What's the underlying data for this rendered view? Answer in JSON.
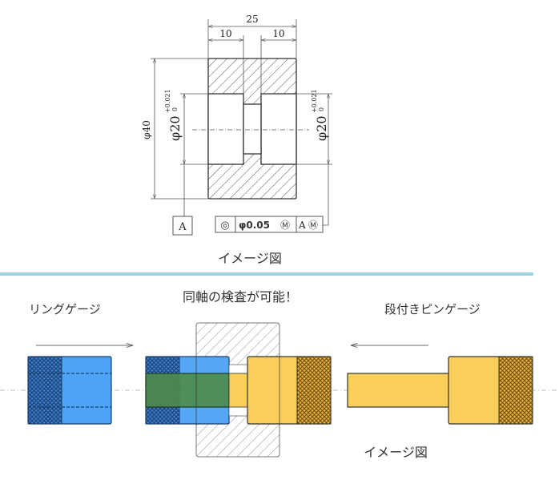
{
  "drawing": {
    "dim_overall_length": "25",
    "dim_left_bore_depth": "10",
    "dim_right_bore_depth": "10",
    "dim_outer_diameter": "φ40",
    "dim_left_bore": "φ20",
    "dim_left_bore_tol_upper": "+0.021",
    "dim_left_bore_tol_lower": "0",
    "dim_right_bore": "φ20",
    "dim_right_bore_tol_upper": "+0.021",
    "dim_right_bore_tol_lower": "0",
    "datum_label": "A",
    "fcf": {
      "symbol": "◎",
      "tolerance": "φ0.05",
      "modifier": "Ⓜ",
      "datum": "A",
      "datum_modifier": "Ⓜ"
    },
    "caption": "イメージ図"
  },
  "gauge_illustration": {
    "headline": "同軸の検査が可能！",
    "ring_gauge_label": "リングゲージ",
    "pin_gauge_label": "段付きピンゲージ",
    "caption": "イメージ図",
    "colors": {
      "ring_gauge": "#4da3f5",
      "pin_gauge": "#f9cf5a",
      "overlap": "#4f8a4a",
      "divider": "#9fd4e4"
    }
  }
}
